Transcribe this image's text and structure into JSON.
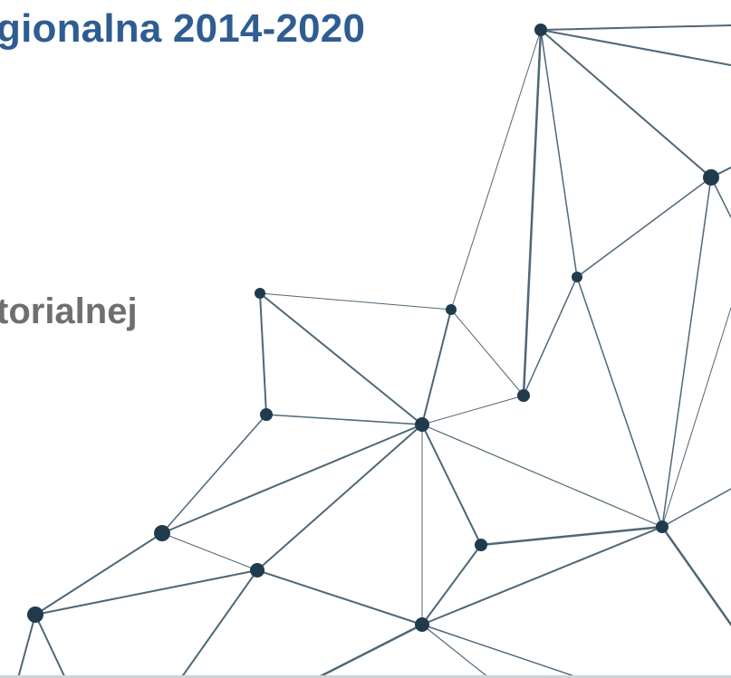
{
  "slide": {
    "title": "gionalna 2014-2020",
    "subtitle": "torialnej"
  },
  "graphic": {
    "name": "network-graph-decoration",
    "line_color": "#4f6776",
    "node_color": "#203b4c"
  }
}
